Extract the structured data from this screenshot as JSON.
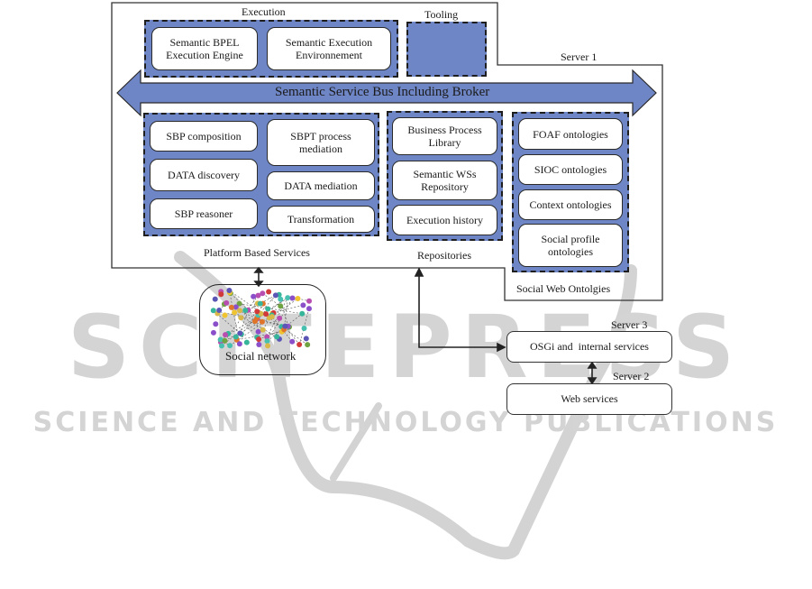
{
  "watermark": {
    "line1": "SCITEPRESS",
    "line2": "SCIENCE AND TECHNOLOGY PUBLICATIONS",
    "color": "#d0d0d0"
  },
  "colors": {
    "group_fill": "#6f86c6",
    "border": "#1e1e1e",
    "box_fill": "#ffffff"
  },
  "server1": {
    "label": "Server 1",
    "execution": {
      "title": "Execution",
      "items": [
        "Semantic BPEL Execution Engine",
        "Semantic Execution Environnement"
      ]
    },
    "tooling": {
      "title": "Tooling"
    },
    "bus": {
      "label": "Semantic Service Bus Including Broker"
    },
    "platform": {
      "title": "Platform Based Services",
      "left": [
        "SBP composition",
        "DATA discovery",
        "SBP reasoner"
      ],
      "right": [
        "SBPT process mediation",
        "DATA mediation",
        "Transformation"
      ]
    },
    "repositories": {
      "title": "Repositories",
      "items": [
        "Business Process Library",
        "Semantic WSs Repository",
        "Execution history"
      ]
    },
    "social_web": {
      "title": "Social Web Ontolgies",
      "items": [
        "FOAF ontologies",
        "SIOC ontologies",
        "Context ontologies",
        "Social profile ontologies"
      ]
    }
  },
  "social_network": {
    "label": "Social network"
  },
  "server3": {
    "label": "Server 3",
    "box": "OSGi and  internal services"
  },
  "server2": {
    "label": "Server 2",
    "box": "Web services"
  }
}
